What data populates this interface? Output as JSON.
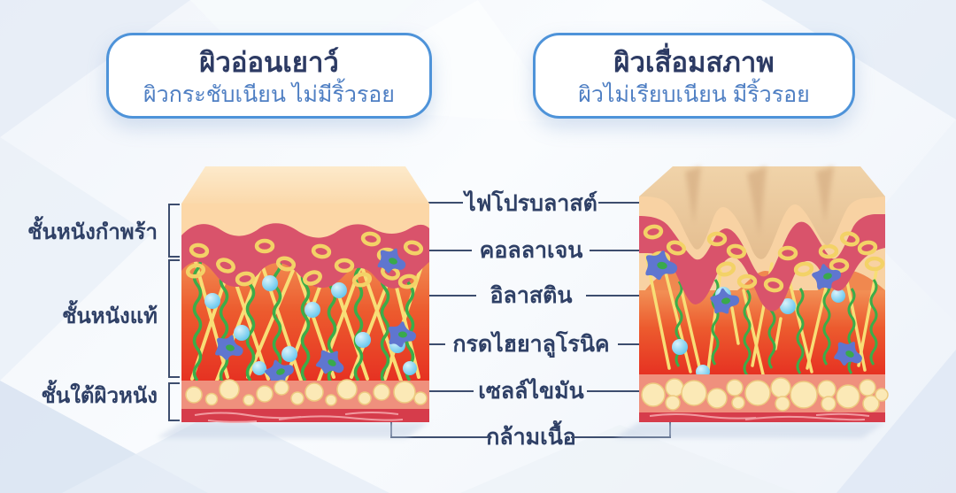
{
  "panels": {
    "young": {
      "title": "ผิวอ่อนเยาว์",
      "subtitle": "ผิวกระชับเนียน ไม่มีริ้วรอย"
    },
    "aged": {
      "title": "ผิวเสื่อมสภาพ",
      "subtitle": "ผิวไม่เรียบเนียน มีริ้วรอย"
    }
  },
  "skin_layers": [
    {
      "label": "ชั้นหนังกำพร้า"
    },
    {
      "label": "ชั้นหนังแท้"
    },
    {
      "label": "ชั้นใต้ผิวหนัง"
    }
  ],
  "components": [
    {
      "label": "ไฟโปรบลาสต์"
    },
    {
      "label": "คอลลาเจน"
    },
    {
      "label": "อิลาสติน"
    },
    {
      "label": "กรดไฮยาลูโรนิค"
    },
    {
      "label": "เซลล์ไขมัน"
    },
    {
      "label": "กล้ามเนื้อ"
    }
  ],
  "colors": {
    "accent_blue_border": "#4e93d9",
    "title_navy": "#2c3a63",
    "subtitle_blue": "#4f7fc3",
    "label_navy": "#2f4066",
    "connector_line": "#3d4d6e",
    "skin_peach": "#fcd7a7",
    "cell_band_pink": "#d9536b",
    "dermis_red": "#e63222",
    "collagen_yellow": "#f8de76",
    "elastin_green": "#3bad49",
    "hyaluronic_blue": "#62c6ee",
    "fibroblast_purple": "#5f76cf",
    "fat_cell_cream": "#fbe9b6",
    "muscle_red": "#d63c4b"
  }
}
